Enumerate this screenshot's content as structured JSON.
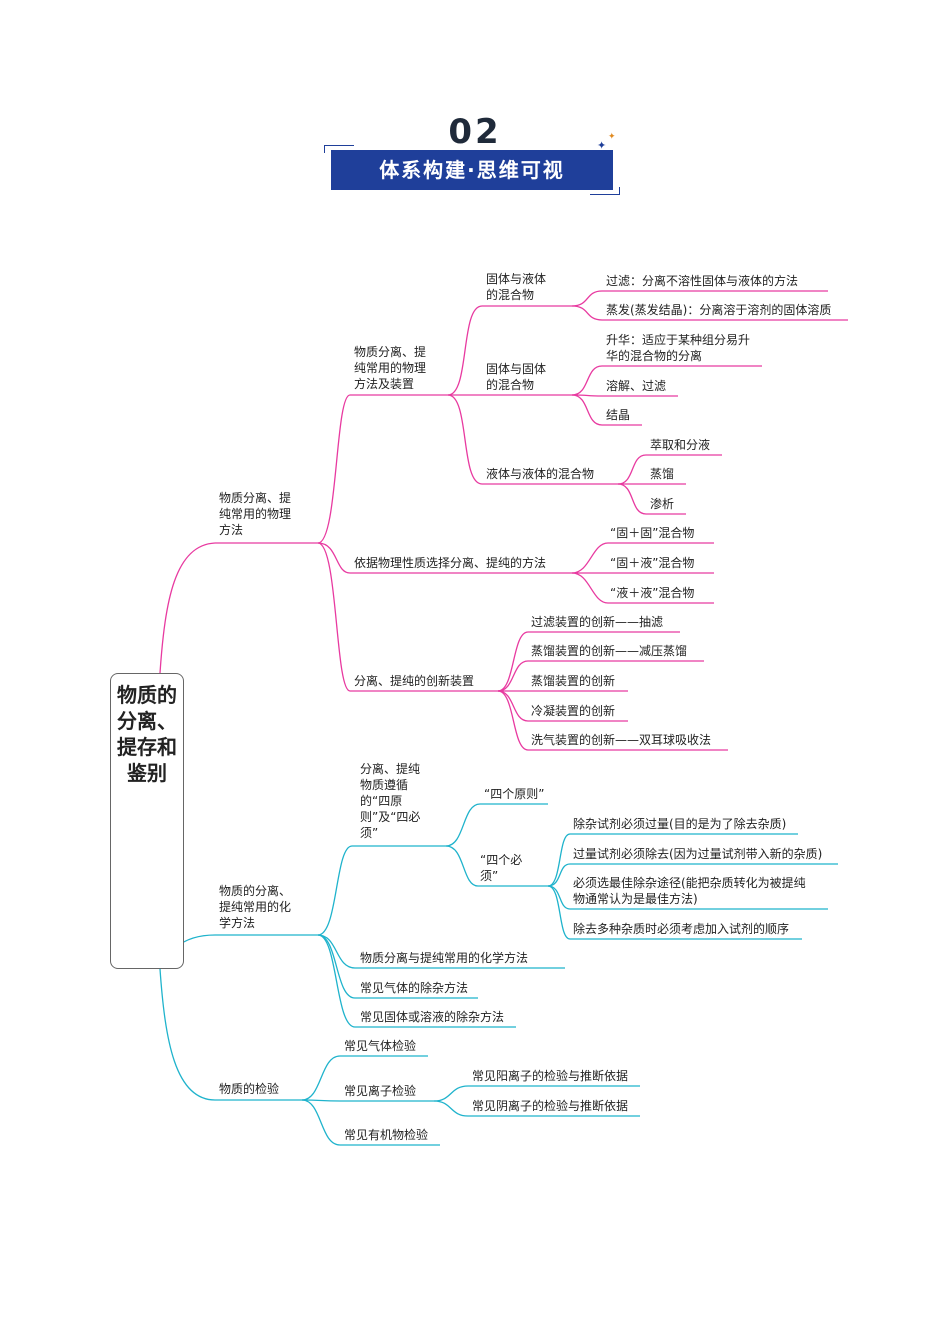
{
  "header": {
    "number": "02",
    "title": "体系构建·思维可视"
  },
  "root": "物质的分离、提存和鉴别",
  "branches": {
    "physical": {
      "label": "物质分离、提纯常用的物理方法",
      "a": {
        "label": "物质分离、提纯常用的物理方法及装置",
        "solid_liquid": {
          "label": "固体与液体的混合物",
          "items": [
            "过滤：分离不溶性固体与液体的方法",
            "蒸发(蒸发结晶)：分离溶于溶剂的固体溶质"
          ]
        },
        "solid_solid": {
          "label": "固体与固体的混合物",
          "items": [
            "升华：适应于某种组分易升华的混合物的分离",
            "溶解、过滤",
            "结晶"
          ]
        },
        "liquid_liquid": {
          "label": "液体与液体的混合物",
          "items": [
            "萃取和分液",
            "蒸馏",
            "渗析"
          ]
        }
      },
      "b": {
        "label": "依据物理性质选择分离、提纯的方法",
        "items": [
          "“固＋固”混合物",
          "“固＋液”混合物",
          "“液＋液”混合物"
        ]
      },
      "c": {
        "label": "分离、提纯的创新装置",
        "items": [
          "过滤装置的创新——抽滤",
          "蒸馏装置的创新——减压蒸馏",
          "蒸馏装置的创新",
          "冷凝装置的创新",
          "洗气装置的创新——双耳球吸收法"
        ]
      }
    },
    "chemical": {
      "label": "物质的分离、提纯常用的化学方法",
      "a": {
        "label": "分离、提纯物质遵循的“四原则”及“四必须”",
        "four_principles": "“四个原则”",
        "four_musts": {
          "label": "“四个必须”",
          "items": [
            "除杂试剂必须过量(目的是为了除去杂质)",
            "过量试剂必须除去(因为过量试剂带入新的杂质)",
            "必须选最佳除杂途径(能把杂质转化为被提纯物通常认为是最佳方法)",
            "除去多种杂质时必须考虑加入试剂的顺序"
          ]
        }
      },
      "items": [
        "物质分离与提纯常用的化学方法",
        "常见气体的除杂方法",
        "常见固体或溶液的除杂方法"
      ]
    },
    "detection": {
      "label": "物质的检验",
      "gas": "常见气体检验",
      "ion": {
        "label": "常见离子检验",
        "items": [
          "常见阳离子的检验与推断依据",
          "常见阴离子的检验与推断依据"
        ]
      },
      "organic": "常见有机物检验"
    }
  },
  "colors": {
    "physical": "#e83aa0",
    "chemical": "#1fb3cc",
    "banner": "#1f3f9a"
  }
}
